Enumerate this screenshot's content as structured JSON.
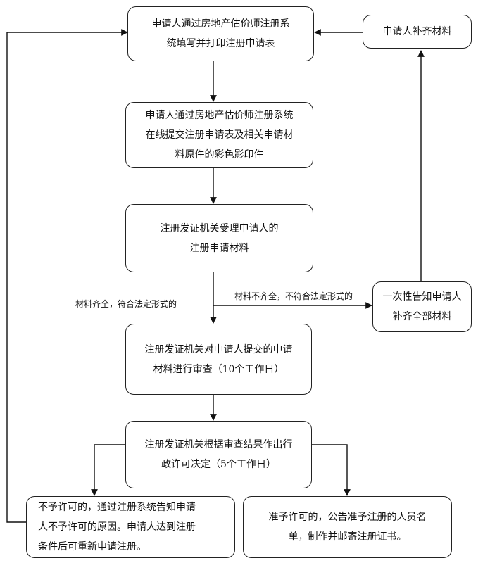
{
  "nodes": {
    "n1": [
      "申请人通过房地产估价师注册系",
      "统填写并打印注册申请表"
    ],
    "n2": [
      "申请人通过房地产估价师注册系统",
      "在线提交注册申请表及相关申请材",
      "料原件的彩色影印件"
    ],
    "n3": [
      "注册发证机关受理申请人的",
      "注册申请材料"
    ],
    "n4": [
      "注册发证机关对申请人提交的申请",
      "材料进行审查（10个工作日）"
    ],
    "n5": [
      "注册发证机关根据审查结果作出行",
      "政许可决定（5个工作日）"
    ],
    "n6": [
      "不予许可的，通过注册系统告知申请",
      "人不予许可的原因。申请人达到注册",
      "条件后可重新申请注册。"
    ],
    "n7": [
      "准予许可的，公告准予注册的人员名",
      "单，制作并邮寄注册证书。"
    ],
    "r1": [
      "申请人补齐材料"
    ],
    "r2": [
      "一次性告知申请人",
      "补齐全部材料"
    ]
  },
  "labels": {
    "complete": "材料齐全，符合法定形式的",
    "incomplete": "材料不齐全，不符合法定形式的"
  }
}
